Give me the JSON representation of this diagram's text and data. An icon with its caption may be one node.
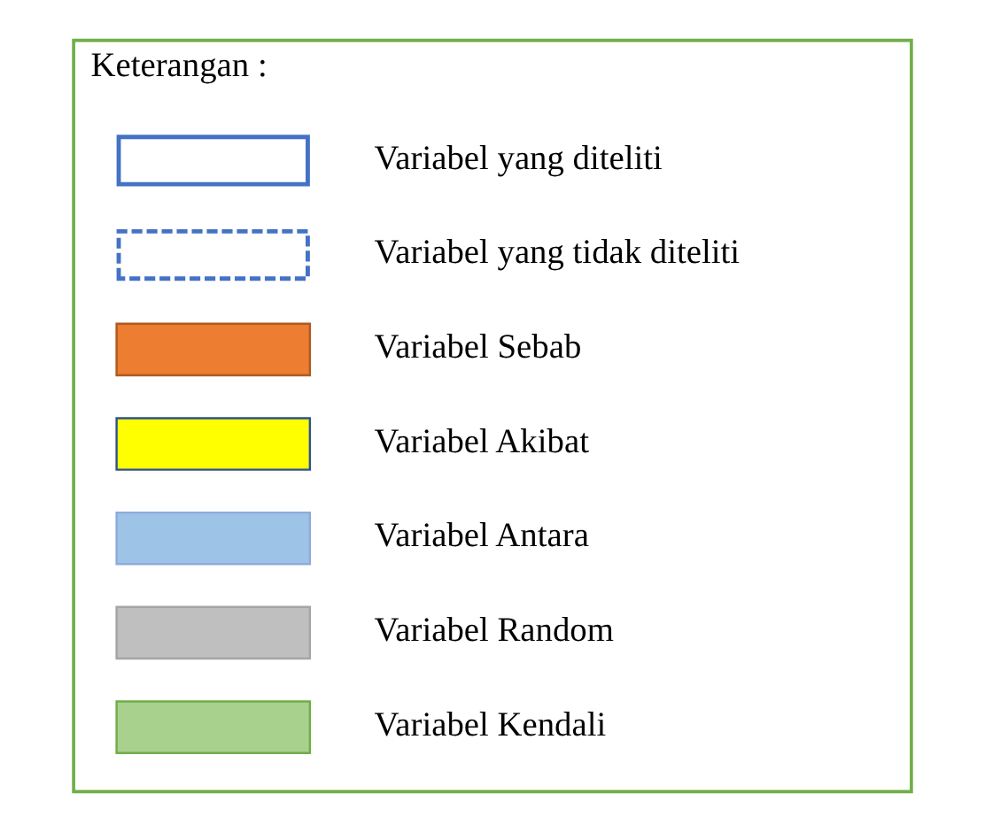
{
  "diagram": {
    "nodes": [
      {
        "text": [
          "Keterangan :"
        ]
      }
    ],
    "legend": [
      {
        "text": "Variabel yang diteliti"
      },
      {
        "text": "Variabel yang tidak diteliti"
      },
      {
        "text": "Variabel Sebab",
        "color": "#ed7d31"
      },
      {
        "text": "Variabel Akibat",
        "color": "#ffff00"
      },
      {
        "text": "Variabel Antara",
        "color": "#9dc3e6"
      },
      {
        "text": "Variabel Random",
        "color": "#bfbfbf"
      },
      {
        "text": "Variabel Kendali",
        "color": "#a9d18e"
      }
    ]
  }
}
